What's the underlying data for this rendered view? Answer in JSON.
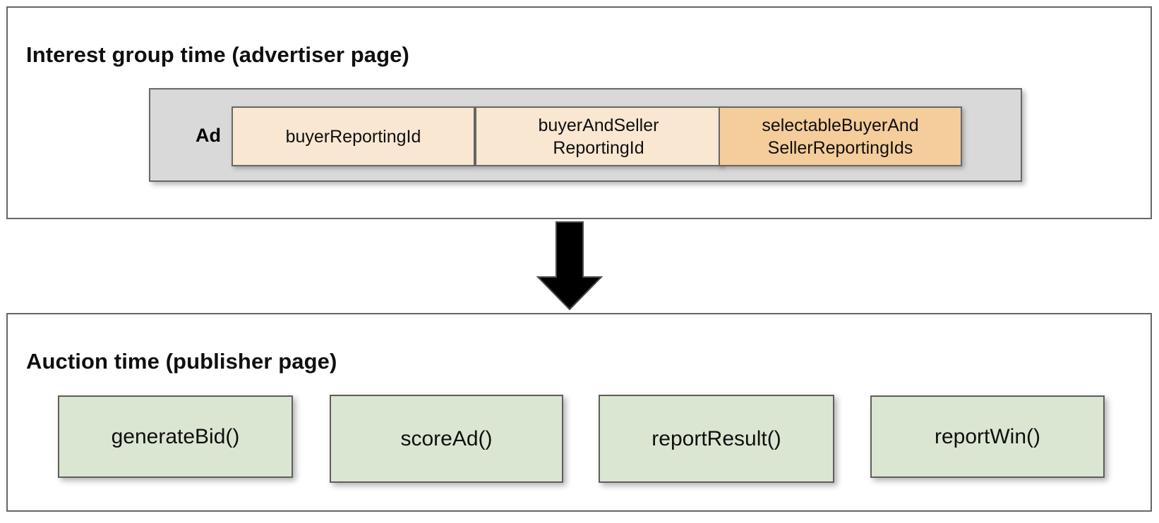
{
  "diagram": {
    "type": "flow-diagram",
    "title_implied": "Protected Audience reporting ids flow",
    "arrow": {
      "name": "downward-flow-arrow",
      "direction": "down",
      "color": "#000000",
      "from": "Interest group time (advertiser page)",
      "to": "Auction time (publisher page)"
    },
    "colors": {
      "panel_border": "#666666",
      "ad_container_fill": "#d9d9d9",
      "chip_light_fill": "#fae7d2",
      "chip_dark_fill": "#f5cd9b",
      "function_box_fill": "#dbe6d2",
      "text": "#0f0f0f",
      "background": "#ffffff"
    }
  },
  "advertiser_panel": {
    "title": "Interest group time (advertiser page)",
    "ad": {
      "label": "Ad",
      "chips": [
        {
          "label": "buyerReportingId",
          "variant": "light"
        },
        {
          "label": "buyerAndSeller\nReportingId",
          "line1": "buyerAndSeller",
          "line2": "ReportingId",
          "variant": "light"
        },
        {
          "label": "selectableBuyerAnd\nSellerReportingIds",
          "line1": "selectableBuyerAnd",
          "line2": "SellerReportingIds",
          "variant": "dark"
        }
      ]
    }
  },
  "auction_panel": {
    "title": "Auction time (publisher page)",
    "functions": [
      {
        "label": "generateBid()"
      },
      {
        "label": "scoreAd()"
      },
      {
        "label": "reportResult()"
      },
      {
        "label": "reportWin()"
      }
    ]
  }
}
